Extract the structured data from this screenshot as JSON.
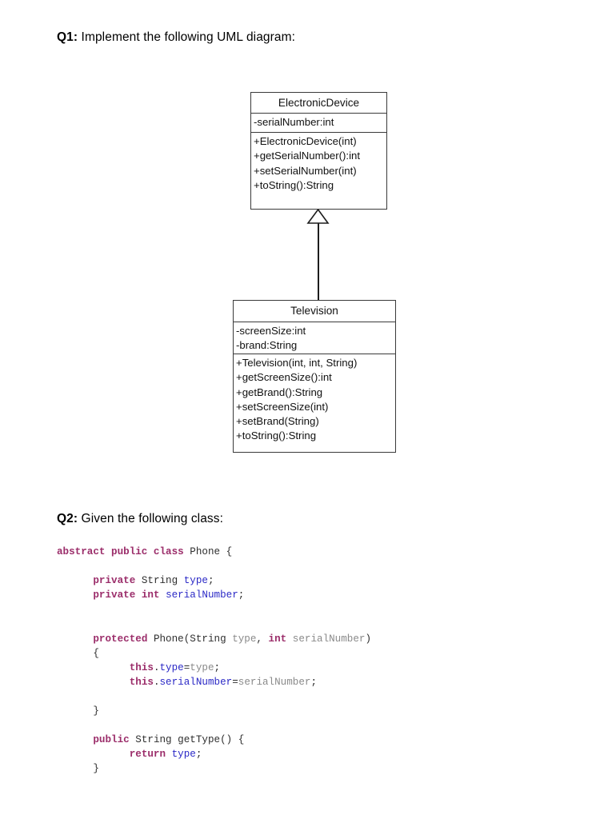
{
  "document": {
    "questions": [
      {
        "label": "Q1:",
        "text": " Implement the following UML diagram:"
      },
      {
        "label": "Q2:",
        "text": " Given the following class:"
      }
    ]
  },
  "uml": {
    "classes": [
      {
        "name": "ElectronicDevice",
        "attributes": [
          "-serialNumber:int"
        ],
        "operations": [
          "+ElectronicDevice(int)",
          "+getSerialNumber():int",
          "+setSerialNumber(int)",
          "+toString():String"
        ]
      },
      {
        "name": "Television",
        "attributes": [
          "-screenSize:int",
          "-brand:String"
        ],
        "operations": [
          "+Television(int, int, String)",
          "+getScreenSize():int",
          "+getBrand():String",
          "+setScreenSize(int)",
          "+setBrand(String)",
          "+toString():String"
        ]
      }
    ],
    "relationship": {
      "type": "generalization",
      "from": "Television",
      "to": "ElectronicDevice"
    }
  },
  "code": {
    "language": "java",
    "colors": {
      "keyword": "#9B2D6A",
      "field": "#2B29C6",
      "parameter": "#8a8a8a",
      "plain": "#2e2e2e"
    },
    "lines": [
      [
        {
          "t": "abstract public class ",
          "c": "kw"
        },
        {
          "t": "Phone {",
          "c": "pln"
        }
      ],
      [
        {
          "t": "",
          "c": "pln"
        }
      ],
      [
        {
          "t": "      ",
          "c": "pln"
        },
        {
          "t": "private ",
          "c": "kw"
        },
        {
          "t": "String ",
          "c": "pln"
        },
        {
          "t": "type",
          "c": "fld"
        },
        {
          "t": ";",
          "c": "pln"
        }
      ],
      [
        {
          "t": "      ",
          "c": "pln"
        },
        {
          "t": "private int ",
          "c": "kw"
        },
        {
          "t": "serialNumber",
          "c": "fld"
        },
        {
          "t": ";",
          "c": "pln"
        }
      ],
      [
        {
          "t": "",
          "c": "pln"
        }
      ],
      [
        {
          "t": "",
          "c": "pln"
        }
      ],
      [
        {
          "t": "      ",
          "c": "pln"
        },
        {
          "t": "protected ",
          "c": "kw"
        },
        {
          "t": "Phone(String ",
          "c": "pln"
        },
        {
          "t": "type",
          "c": "par"
        },
        {
          "t": ", ",
          "c": "pln"
        },
        {
          "t": "int ",
          "c": "kw"
        },
        {
          "t": "serialNumber",
          "c": "par"
        },
        {
          "t": ")",
          "c": "pln"
        }
      ],
      [
        {
          "t": "      {",
          "c": "pln"
        }
      ],
      [
        {
          "t": "            ",
          "c": "pln"
        },
        {
          "t": "this",
          "c": "kw"
        },
        {
          "t": ".",
          "c": "pln"
        },
        {
          "t": "type",
          "c": "fld"
        },
        {
          "t": "=",
          "c": "pln"
        },
        {
          "t": "type",
          "c": "par"
        },
        {
          "t": ";",
          "c": "pln"
        }
      ],
      [
        {
          "t": "            ",
          "c": "pln"
        },
        {
          "t": "this",
          "c": "kw"
        },
        {
          "t": ".",
          "c": "pln"
        },
        {
          "t": "serialNumber",
          "c": "fld"
        },
        {
          "t": "=",
          "c": "pln"
        },
        {
          "t": "serialNumber",
          "c": "par"
        },
        {
          "t": ";",
          "c": "pln"
        }
      ],
      [
        {
          "t": "",
          "c": "pln"
        }
      ],
      [
        {
          "t": "      }",
          "c": "pln"
        }
      ],
      [
        {
          "t": "",
          "c": "pln"
        }
      ],
      [
        {
          "t": "      ",
          "c": "pln"
        },
        {
          "t": "public ",
          "c": "kw"
        },
        {
          "t": "String getType() {",
          "c": "pln"
        }
      ],
      [
        {
          "t": "            ",
          "c": "pln"
        },
        {
          "t": "return ",
          "c": "kw"
        },
        {
          "t": "type",
          "c": "fld"
        },
        {
          "t": ";",
          "c": "pln"
        }
      ],
      [
        {
          "t": "      }",
          "c": "pln"
        }
      ]
    ]
  }
}
